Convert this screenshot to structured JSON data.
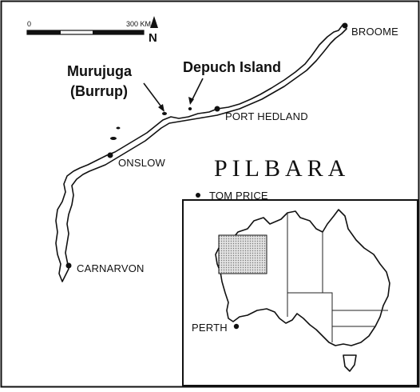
{
  "scale_bar": {
    "start_label": "0",
    "end_label": "300 KM"
  },
  "north_arrow": {
    "label": "N"
  },
  "region_label": "PILBARA",
  "places": {
    "broome": "BROOME",
    "port_hedland": "PORT HEDLAND",
    "onslow": "ONSLOW",
    "tom_price": "TOM PRICE",
    "carnarvon": "CARNARVON",
    "perth": "PERTH"
  },
  "sites": {
    "murujuga_line1": "Murujuga",
    "murujuga_line2": "(Burrup)",
    "depuch": "Depuch Island"
  },
  "inset": {
    "name": "australia-inset",
    "highlight": "pilbara-study-area"
  }
}
